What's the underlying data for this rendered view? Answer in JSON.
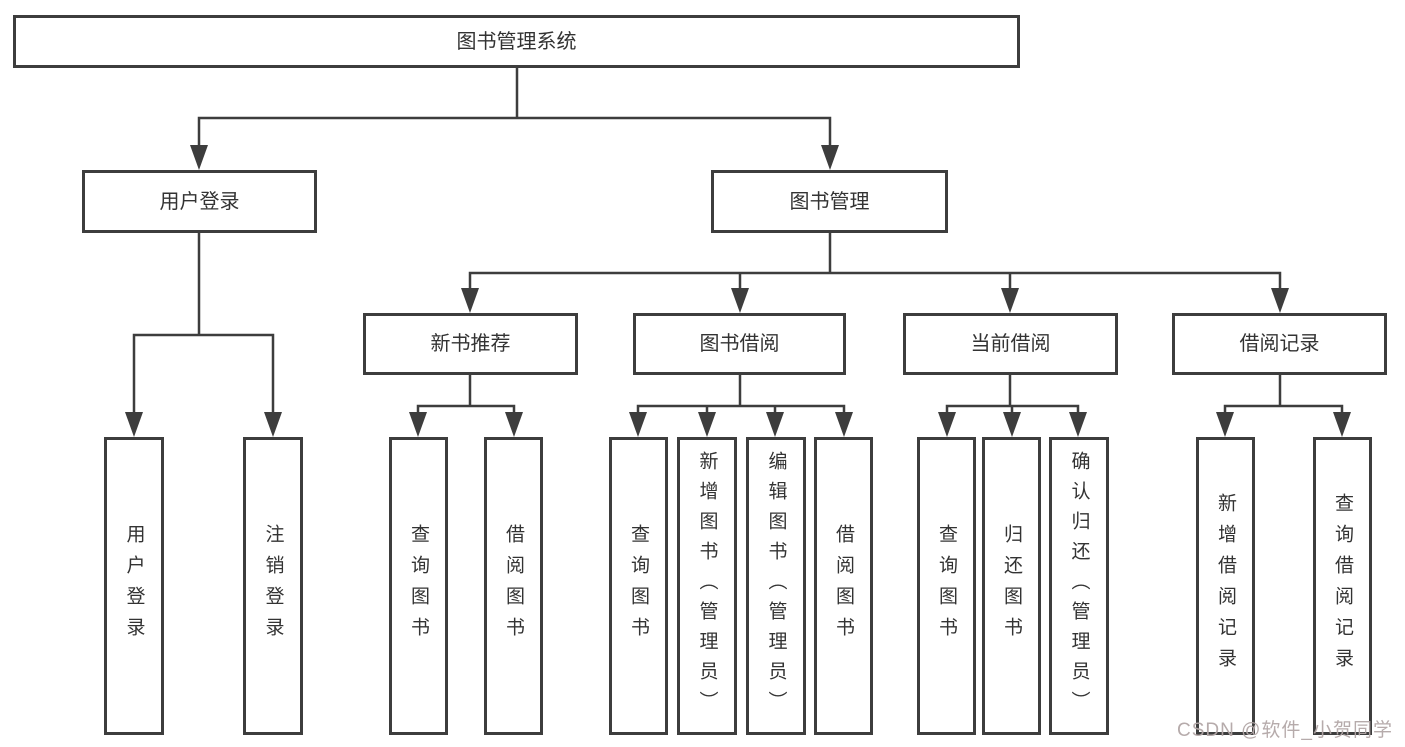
{
  "diagram": {
    "type": "hierarchy",
    "title": "图书管理系统",
    "watermark": "CSDN @软件_小贺同学",
    "colors": {
      "line": "#3d3d3d",
      "box_border": "#3d3d3d",
      "text": "#333333",
      "background": "#ffffff",
      "watermark_text": "#b2a6a6"
    },
    "root": {
      "label": "图书管理系统"
    },
    "branches": [
      {
        "label": "用户登录",
        "leaves": [
          {
            "label": "用户登录"
          },
          {
            "label": "注销登录"
          }
        ]
      },
      {
        "label": "图书管理",
        "groups": [
          {
            "label": "新书推荐",
            "leaves": [
              {
                "label": "查询图书"
              },
              {
                "label": "借阅图书"
              }
            ]
          },
          {
            "label": "图书借阅",
            "leaves": [
              {
                "label": "查询图书"
              },
              {
                "label": "新增图书（管理员）"
              },
              {
                "label": "编辑图书（管理员）"
              },
              {
                "label": "借阅图书"
              }
            ]
          },
          {
            "label": "当前借阅",
            "leaves": [
              {
                "label": "查询图书"
              },
              {
                "label": "归还图书"
              },
              {
                "label": "确认归还（管理员）"
              }
            ]
          },
          {
            "label": "借阅记录",
            "leaves": [
              {
                "label": "新增借阅记录"
              },
              {
                "label": "查询借阅记录"
              }
            ]
          }
        ]
      }
    ]
  }
}
